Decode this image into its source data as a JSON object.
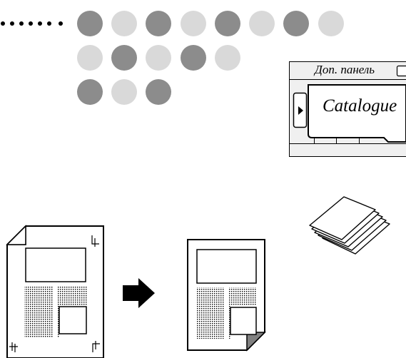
{
  "panel": {
    "title": "Доп. панель",
    "button_label": "Catalogue"
  },
  "icons": {
    "indicator_dots": "dot-pattern",
    "play_arrow": "play-icon",
    "process_arrow": "right-arrow-icon",
    "output_stack": "paper-stack-icon"
  },
  "colors": {
    "dot_dark": "#8c8c8c",
    "dot_light": "#d9d9d9",
    "panel_bg": "#f0f0f0",
    "ink": "#000000"
  }
}
